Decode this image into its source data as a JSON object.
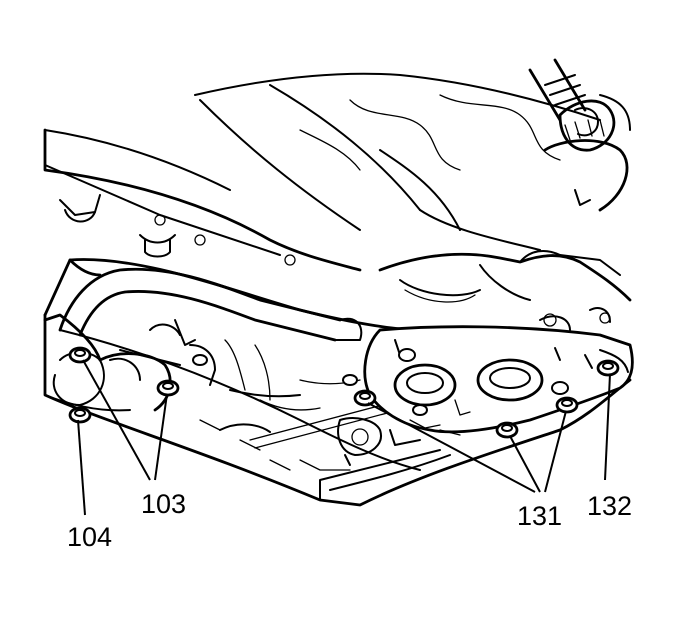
{
  "callouts": {
    "c103": "103",
    "c104": "104",
    "c131": "131",
    "c132": "132"
  },
  "colors": {
    "line": "#000000",
    "background": "#ffffff"
  }
}
